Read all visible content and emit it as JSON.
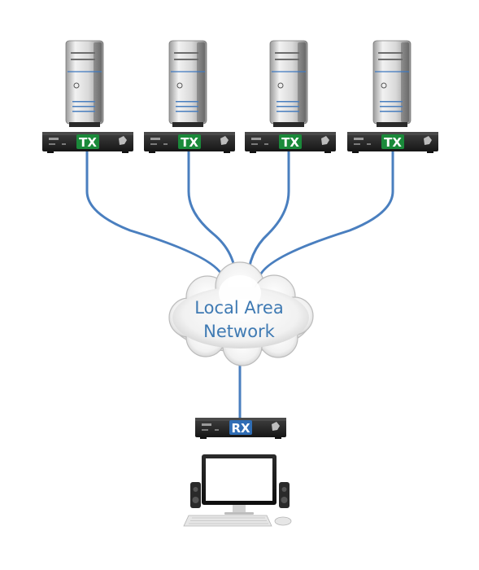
{
  "network": {
    "label_line1": "Local Area",
    "label_line2": "Network"
  },
  "transmitters": [
    {
      "label": "TX"
    },
    {
      "label": "TX"
    },
    {
      "label": "TX"
    },
    {
      "label": "TX"
    }
  ],
  "receiver": {
    "label": "RX"
  },
  "colors": {
    "cable": "#4a7fbf",
    "tx_badge": "#1a8a3a",
    "rx_badge": "#2f6db5",
    "cloud_text": "#3f7ab3",
    "unit_body": "#262626"
  }
}
